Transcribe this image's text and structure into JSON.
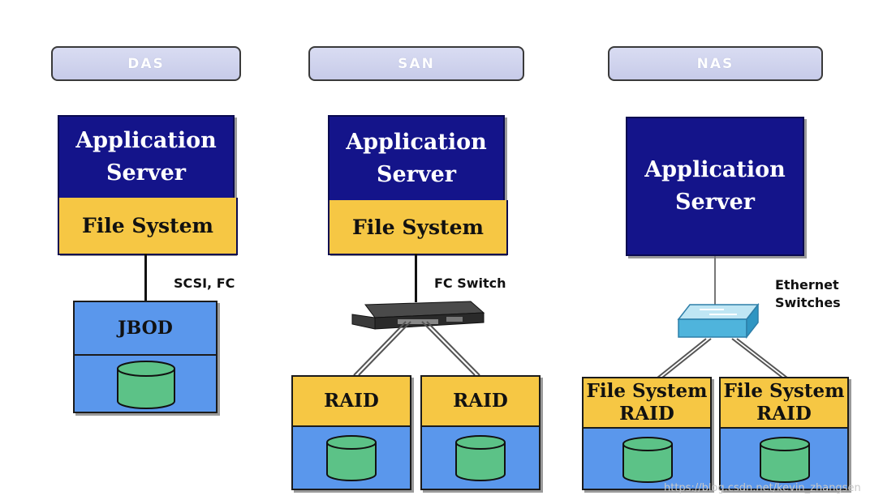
{
  "sections": {
    "das": "DAS",
    "san": "SAN",
    "nas": "NAS"
  },
  "server": {
    "line1": "Application",
    "line2": "Server"
  },
  "file_system": "File System",
  "das": {
    "connection": "SCSI, FC",
    "storage": "JBOD"
  },
  "san": {
    "connection": "FC Switch",
    "storage_left": "RAID",
    "storage_right": "RAID"
  },
  "nas": {
    "connection_line1": "Ethernet",
    "connection_line2": "Switches",
    "storage_line1": "File System",
    "storage_line2": "RAID"
  },
  "watermark": "https://blog.csdn.net/kevin_zhangsen",
  "colors": {
    "server": "#14148a",
    "file_system": "#f6c744",
    "storage": "#5a97ec",
    "disk": "#5cc287"
  }
}
